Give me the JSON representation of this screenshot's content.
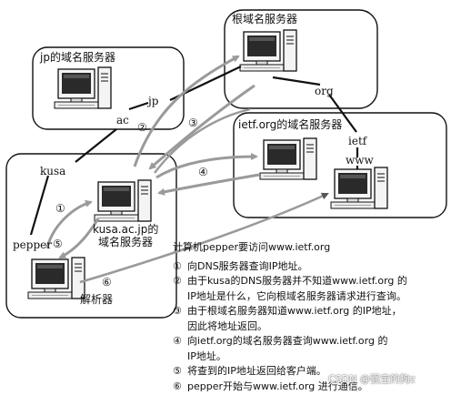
{
  "boxes": {
    "root": "根域名服务器",
    "jp": "jp的域名服务器",
    "ietf_org": "ietf.org的域名服务器",
    "kusa_server_line1": "kusa.ac.jp的",
    "kusa_server_line2": "域名服务器",
    "resolver": "解析器"
  },
  "labels": {
    "jp": "jp",
    "ac": "ac",
    "org": "org",
    "ietf": "ietf",
    "www": "www",
    "kusa": "kusa",
    "pepper": "pepper"
  },
  "steps": {
    "s1": "①",
    "s2": "②",
    "s3": "③",
    "s4": "④",
    "s5": "⑤",
    "s6": "⑥"
  },
  "notes": {
    "title": "计算机pepper要访问www.ietf.org",
    "items": [
      {
        "num": "①",
        "lines": [
          "向DNS服务器查询IP地址。"
        ]
      },
      {
        "num": "②",
        "lines": [
          "由于kusa的DNS服务器并不知道www.ietf.org 的",
          "IP地址是什么，它向根域名服务器请求进行查询。"
        ]
      },
      {
        "num": "③",
        "lines": [
          "由于根域名服务器知道www.ietf.org 的IP地址，",
          "因此将地址返回。"
        ]
      },
      {
        "num": "④",
        "lines": [
          "向ietf.org的域名服务器查询www.ietf.org 的",
          "IP地址。"
        ]
      },
      {
        "num": "⑤",
        "lines": [
          "将查到的IP地址返回给客户端。"
        ]
      },
      {
        "num": "⑥",
        "lines": [
          "pepper开始与www.ietf.org 进行通信。"
        ]
      }
    ]
  },
  "watermark": "CSDN @强宝的狗z",
  "colors": {
    "line": "#111111",
    "arrow": "#9a9a9a",
    "screen": "#2a2a2a",
    "background": "#ffffff"
  }
}
